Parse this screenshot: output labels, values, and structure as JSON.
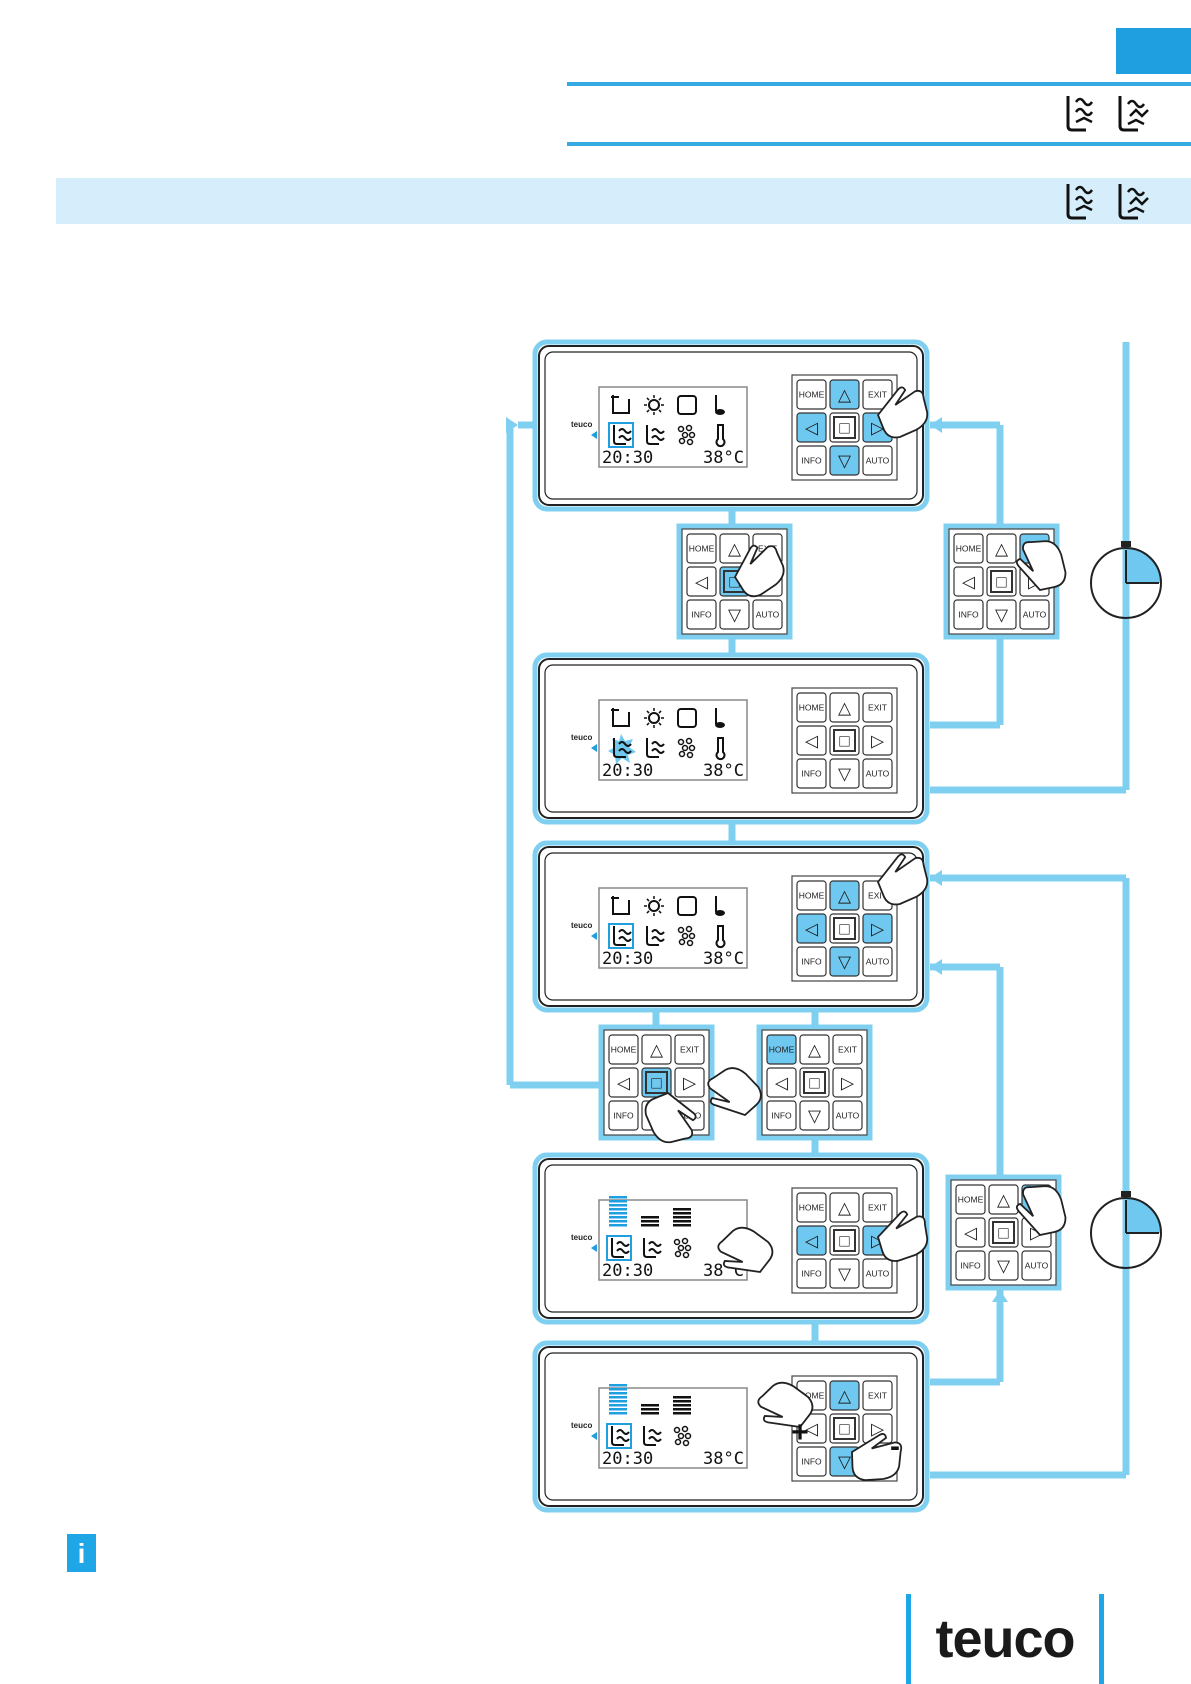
{
  "brand": {
    "name": "teuco"
  },
  "panel": {
    "logo": "teuco",
    "time": "20:30",
    "temperature": "38°C",
    "keys": {
      "home": "HOME",
      "exit": "EXIT",
      "info": "INFO",
      "auto": "AUTO"
    }
  },
  "symbols": {
    "plus": "+",
    "minus": "-"
  },
  "colors": {
    "accent": "#1f9fe0",
    "flow_line": "#7fd0f0",
    "band": "#d6eefb",
    "key_highlight": "#6fc8ef"
  }
}
